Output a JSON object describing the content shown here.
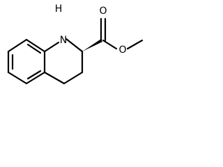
{
  "molecule": {
    "atom_labels": {
      "nh": "H",
      "n": "N",
      "carbonyl_o": "O",
      "ester_o": "O"
    }
  }
}
